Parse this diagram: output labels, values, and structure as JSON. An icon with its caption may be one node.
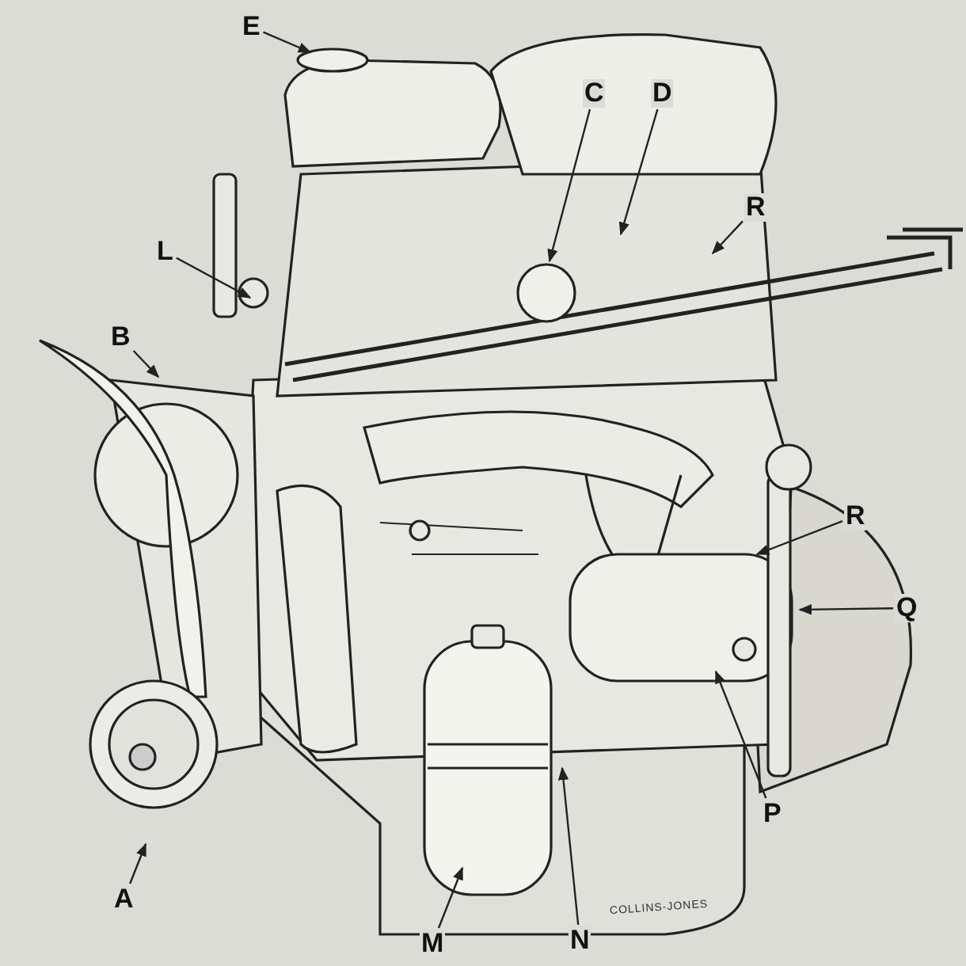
{
  "diagram": {
    "nodes": [
      {
        "text": [
          "E"
        ]
      },
      {
        "text": [
          "C"
        ]
      },
      {
        "text": [
          "D"
        ]
      },
      {
        "text": [
          "R"
        ]
      },
      {
        "text": [
          "L"
        ]
      },
      {
        "text": [
          "B"
        ]
      },
      {
        "text": [
          "R"
        ]
      },
      {
        "text": [
          "Q"
        ]
      },
      {
        "text": [
          "P"
        ]
      },
      {
        "text": [
          "A"
        ]
      },
      {
        "text": [
          "M"
        ]
      },
      {
        "text": [
          "N"
        ]
      }
    ],
    "edges": [
      {
        "from": 0,
        "to": null,
        "arrow": "to"
      },
      {
        "from": 1,
        "to": null,
        "arrow": "to"
      },
      {
        "from": 2,
        "to": null,
        "arrow": "to"
      },
      {
        "from": 3,
        "to": null,
        "arrow": "to"
      },
      {
        "from": 4,
        "to": null,
        "arrow": "to"
      },
      {
        "from": 5,
        "to": null,
        "arrow": "to"
      },
      {
        "from": 6,
        "to": null,
        "arrow": "to"
      },
      {
        "from": 7,
        "to": null,
        "arrow": "to"
      },
      {
        "from": 8,
        "to": null,
        "arrow": "to"
      },
      {
        "from": 9,
        "to": null,
        "arrow": "to"
      },
      {
        "from": 10,
        "to": null,
        "arrow": "to"
      },
      {
        "from": 11,
        "to": null,
        "arrow": "to"
      }
    ],
    "labels": [
      "COLLINS-JONES"
    ]
  }
}
